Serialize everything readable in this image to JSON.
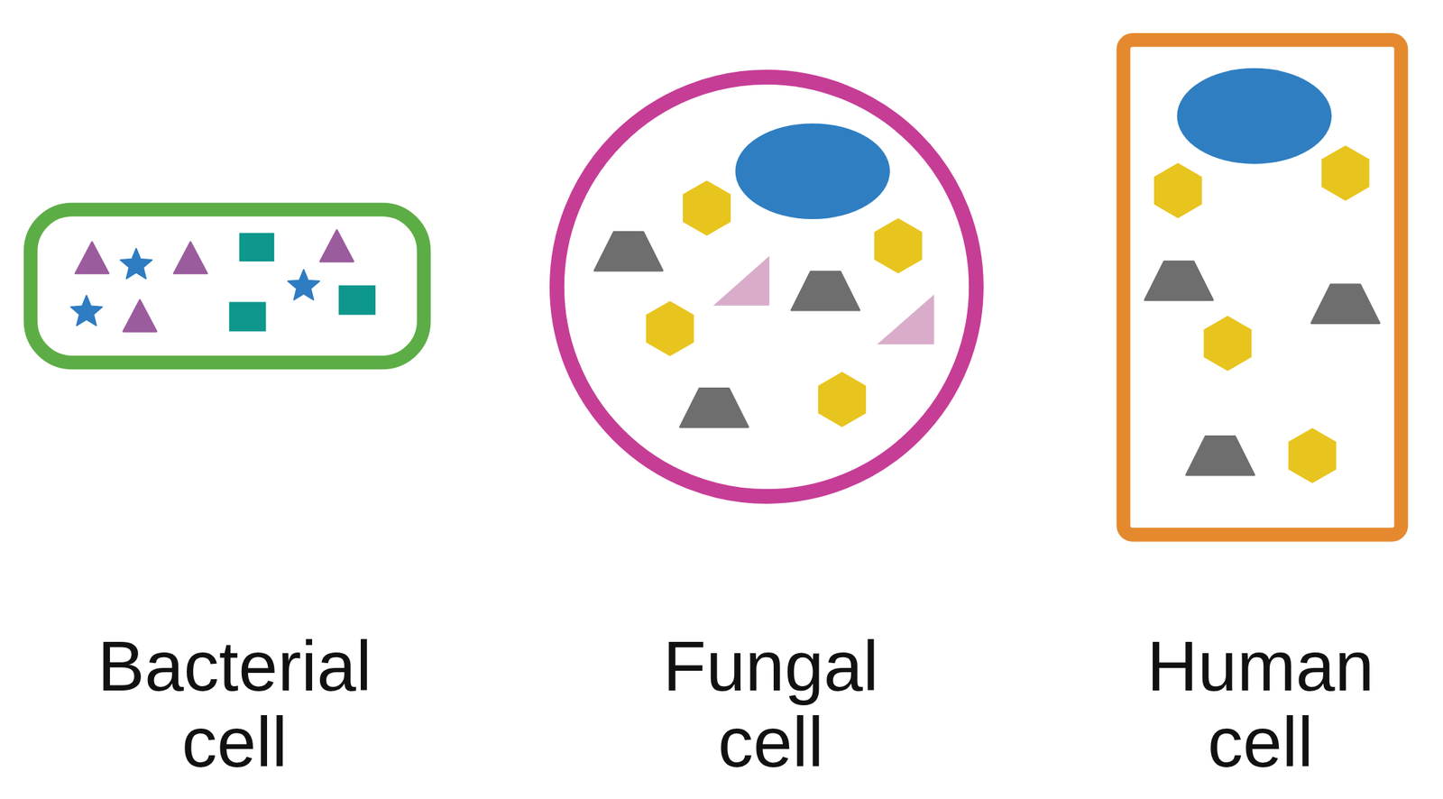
{
  "diagram": {
    "nodes": [
      {
        "text": [
          "Bacterial cell"
        ]
      },
      {
        "text": [
          "Fungal cell"
        ]
      },
      {
        "text": [
          "Human cell"
        ]
      }
    ]
  }
}
